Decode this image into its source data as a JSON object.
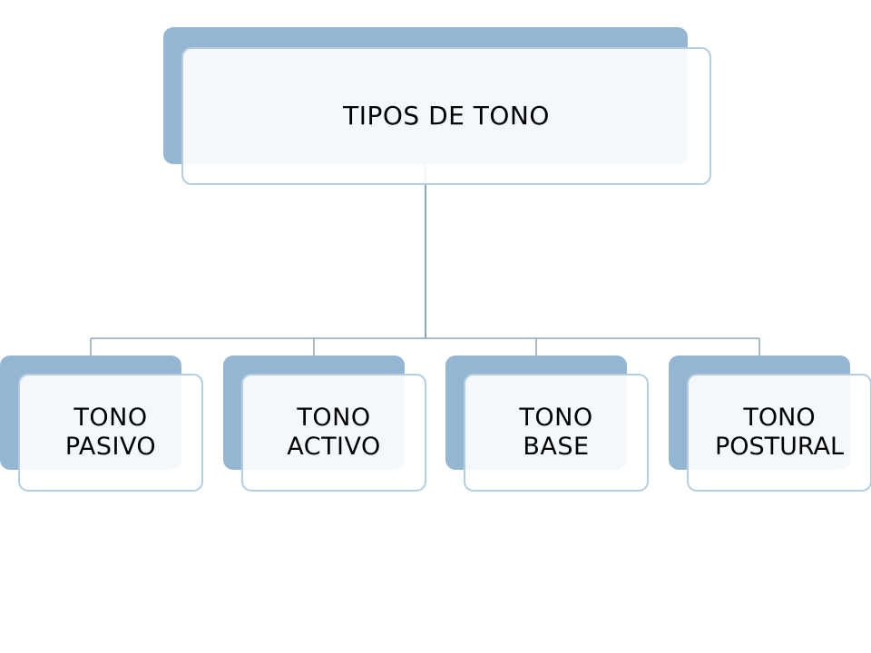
{
  "diagram": {
    "root": {
      "label": "TIPOS DE TONO"
    },
    "children": [
      {
        "label": "TONO\nPASIVO"
      },
      {
        "label": "TONO\nACTIVO"
      },
      {
        "label": "TONO\nBASE"
      },
      {
        "label": "TONO\nPOSTURAL"
      }
    ]
  },
  "colors": {
    "box_fill": "#94b6d2",
    "box_border": "#b3cde2",
    "connector": "#8ea6b8",
    "text": "#000000"
  }
}
